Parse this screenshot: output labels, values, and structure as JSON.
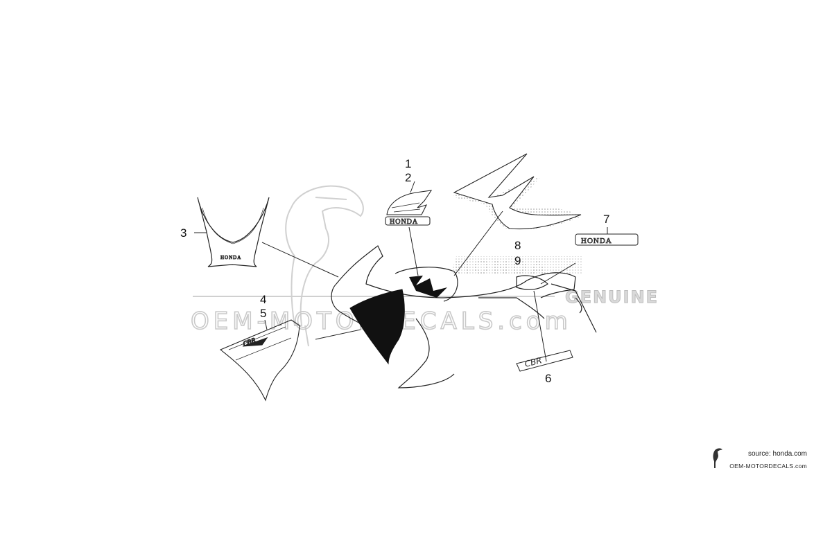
{
  "diagram": {
    "callouts": [
      "1",
      "2",
      "3",
      "4",
      "5",
      "6",
      "7",
      "8",
      "9"
    ],
    "decal_labels": {
      "wing_emblem_text": "HONDA",
      "front_cowl_text": "HONDA",
      "side_emblem_text": "HONDA",
      "wing_big_text": "HONDA",
      "side_panel_model": "CBR",
      "tail_model": "CBR"
    }
  },
  "watermark": {
    "main": "OEM-MOTORDECALS.com",
    "tag": "GENUINE"
  },
  "footer": {
    "source": "source: honda.com",
    "domain": "OEM-MOTORDECALS.com",
    "logo_icon": "ostrich-logo-icon"
  },
  "colors": {
    "line": "#222222",
    "fill_dark": "#111111",
    "watermark": "#c9c9c9",
    "dot_pattern": "#9a9a9a"
  }
}
